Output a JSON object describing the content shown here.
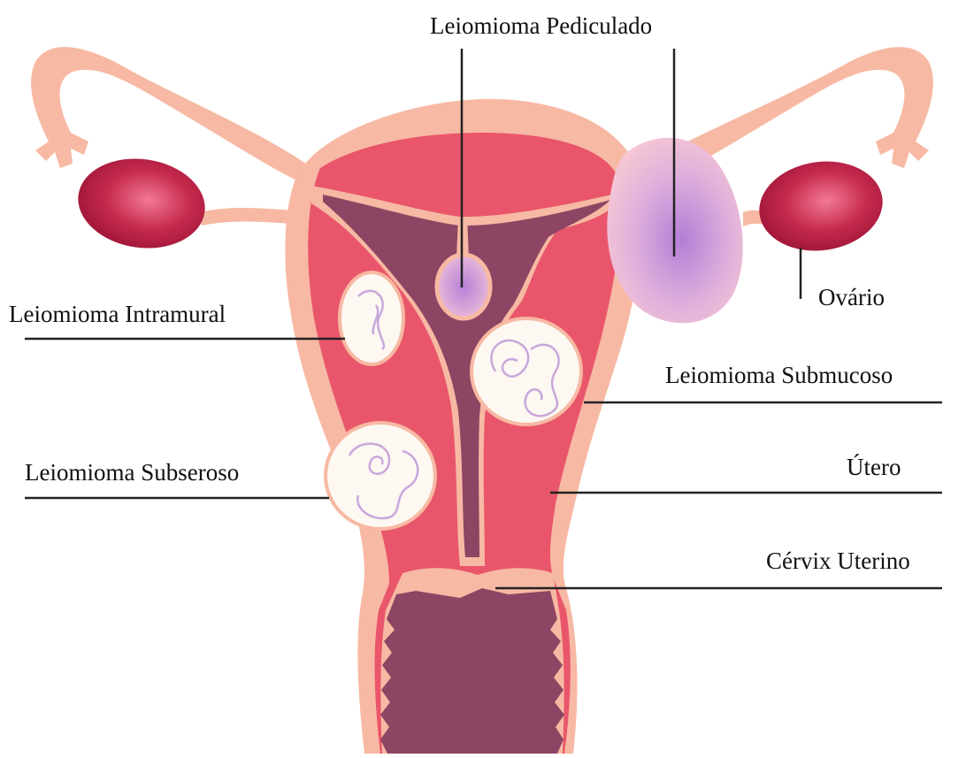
{
  "diagram": {
    "labels": {
      "pediculado": "Leiomioma Pediculado",
      "ovario": "Ovário",
      "intramural": "Leiomioma Intramural",
      "submucoso": "Leiomioma Submucoso",
      "subseroso": "Leiomioma Subseroso",
      "utero": "Útero",
      "cervix": "Cérvix Uterino"
    },
    "colors": {
      "outer_tissue": "#f7b9a3",
      "muscle_wall": "#e9566b",
      "cavity": "#8e4563",
      "ovary": "#b01a3e",
      "ovary_highlight": "#f06a86",
      "fibroid": "#fdf8f2",
      "fibroid_swirl": "#c9a7dc",
      "pedunculated": "#e4a9d2",
      "pedunculated_center": "#b07fd0"
    }
  }
}
